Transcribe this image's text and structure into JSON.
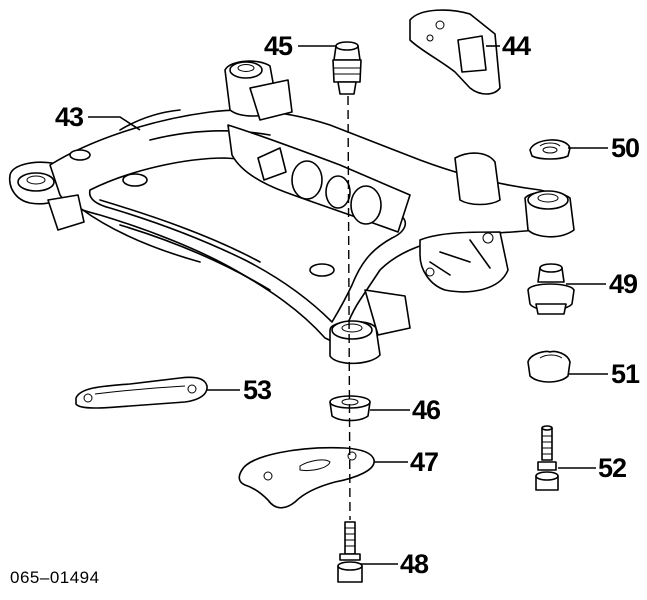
{
  "diagram": {
    "drawing_code": "065–01494",
    "callouts": {
      "c43": "43",
      "c44": "44",
      "c45": "45",
      "c46": "46",
      "c47": "47",
      "c48": "48",
      "c49": "49",
      "c50": "50",
      "c51": "51",
      "c52": "52",
      "c53": "53"
    }
  }
}
